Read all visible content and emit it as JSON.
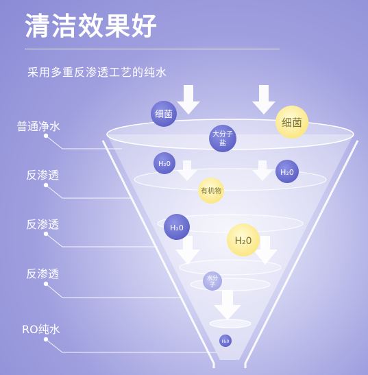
{
  "header": {
    "title": "清洁效果好",
    "subtitle": "采用多重反渗透工艺的纯水"
  },
  "stages": [
    {
      "label": "普通净水"
    },
    {
      "label": "反渗透"
    },
    {
      "label": "反渗透"
    },
    {
      "label": "反渗透"
    },
    {
      "label": "RO纯水"
    }
  ],
  "particles": [
    {
      "label": "细菌",
      "kind": "blue"
    },
    {
      "label": "大分子",
      "label2": "盐",
      "kind": "blue"
    },
    {
      "label": "细菌",
      "kind": "yellow"
    },
    {
      "label": "H₂0",
      "kind": "blue"
    },
    {
      "label": "H₂0",
      "kind": "blue"
    },
    {
      "label": "有机物",
      "kind": "yellow"
    },
    {
      "label": "H₂0",
      "kind": "blue"
    },
    {
      "label": "H₂0",
      "kind": "yellow"
    },
    {
      "label": "水分",
      "label2": "子",
      "kind": "pale"
    },
    {
      "label": "H₂0",
      "kind": "blue"
    }
  ],
  "colors": {
    "blue_ball": "#6c70cf",
    "yellow_ball": "#fff2a0",
    "accent": "#ffffff"
  }
}
